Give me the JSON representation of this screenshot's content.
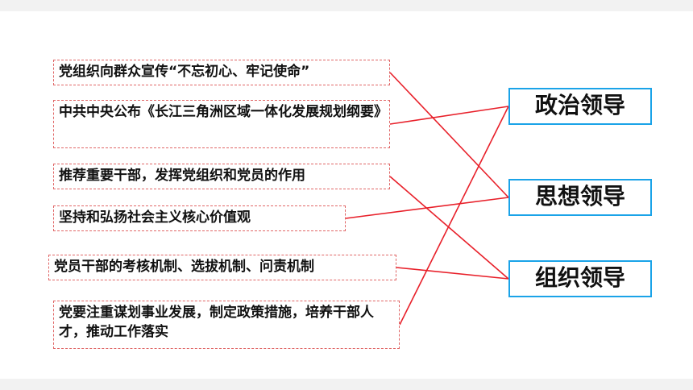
{
  "statements": [
    {
      "id": "s1",
      "text": "党组织向群众宣传“不忘初心、牢记使命”"
    },
    {
      "id": "s2",
      "text": "中共中央公布《长江三角洲区域一体化发展规划纲要》"
    },
    {
      "id": "s3",
      "text": "推荐重要干部，发挥党组织和党员的作用"
    },
    {
      "id": "s4",
      "text": "坚持和弘扬社会主义核心价值观"
    },
    {
      "id": "s5",
      "text": "党员干部的考核机制、选拔机制、问责机制"
    },
    {
      "id": "s6",
      "text": "党要注重谋划事业发展，制定政策措施，培养干部人才，推动工作落实"
    }
  ],
  "categories": [
    {
      "id": "political",
      "text": "政治领导"
    },
    {
      "id": "ideological",
      "text": "思想领导"
    },
    {
      "id": "organizational",
      "text": "组织领导"
    }
  ],
  "connections": [
    {
      "from": "s1",
      "to": "ideological"
    },
    {
      "from": "s2",
      "to": "political"
    },
    {
      "from": "s3",
      "to": "organizational"
    },
    {
      "from": "s4",
      "to": "ideological"
    },
    {
      "from": "s5",
      "to": "organizational"
    },
    {
      "from": "s6",
      "to": "political"
    }
  ],
  "colors": {
    "connector": "#e8202a",
    "category_border": "#1aa3e8",
    "statement_border": "#e06666"
  }
}
